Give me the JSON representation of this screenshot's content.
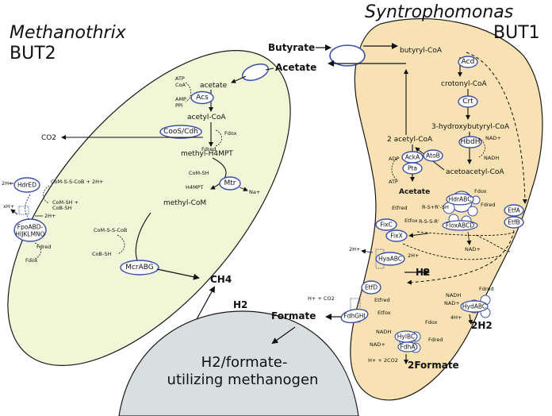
{
  "organisms": {
    "left_title": "Methanothrix",
    "left_subtitle": "BUT2",
    "right_title": "Syntrophomonas",
    "right_subtitle": "BUT1",
    "bottom_line1": "H2/formate-",
    "bottom_line2": "utilizing methanogen"
  },
  "colors": {
    "methanothrix_fill": "#f1f6d6",
    "methanothrix_stroke": "#1a1a1a",
    "syntrophomonas_fill": "#f8e2b4",
    "methanogen_fill": "#d9dfe0",
    "enzyme_stroke": "#3b4fa6",
    "enzyme_fill": "#ffffff"
  },
  "external": {
    "butyrate": "Butyrate",
    "acetate": "Acetate",
    "ch4": "CH4",
    "h2_top": "H2",
    "formate": "Formate",
    "h2_bottom": "H2"
  },
  "methanothrix": {
    "atp": "ATP",
    "coa": "CoA",
    "amp": "AMP",
    "ppi": "PPi",
    "acetate": "acetate",
    "acs": "Acs",
    "acetyl_coa": "acetyl-CoA",
    "coos_cdh": "CooS/Cdh",
    "co2": "CO2",
    "fd_ox": "Fdox",
    "fd_red": "Fdred",
    "methyl_h4mpt": "methyl-H4MPT",
    "com_sh": "CoM-SH",
    "h4mpt": "H4MPT",
    "mtr": "Mtr",
    "na": "Na+",
    "methyl_com": "methyl-CoM",
    "com_s_s_cob": "CoM-S-S-CoB",
    "cob_sh": "CoB-SH",
    "mcrabg": "McrABG",
    "hdred": "HdrED",
    "hdr_reaction_1": "CoM-S-S-CoB + 2H+",
    "hdr_reaction_2": "CoM-SH +",
    "hdr_reaction_3": "CoB-SH",
    "two_h_top": "2H+",
    "two_h_mid": "2H+",
    "xh": "xH+",
    "fpo": "FpoABD-",
    "fpo2": "HIJKLMNO",
    "fd_red_fpo": "Fdred",
    "fd_ox_fpo": "Fdox"
  },
  "syntrophomonas": {
    "butyryl_coa": "butyryl-CoA",
    "acd": "Acd",
    "crotonyl_coa": "crotonyl-CoA",
    "crt": "Crt",
    "hydroxybutyryl": "3-hydroxybutyryl-CoA",
    "hbdh": "HbdH",
    "nad_plus": "NAD+",
    "nadh": "NADH",
    "acetoacetyl": "acetoacetyl-CoA",
    "two_acetyl": "2 acetyl-CoA",
    "adp": "ADP",
    "atp": "ATP",
    "acka": "AckA",
    "pta": "Pta",
    "atob": "AtoB",
    "acetate": "Acetate",
    "etfa": "EtfA",
    "etfb": "EtfB",
    "hdrabc": "HdrABC",
    "floxabcd": "FloxABCD",
    "fd_ox": "Fdox",
    "fd_red": "Fdred",
    "rs_sr": "R-S+R'-SH",
    "r_s_s_r": "R-S-S-R'",
    "nad_flox": "NAD+",
    "fixc": "FixC",
    "fixx": "FixX",
    "etf_red": "Etfred",
    "etf_ox": "Etfox",
    "hyaabc": "HyaABC",
    "two_h_hya": "2H+",
    "two_h_out": "2H+",
    "h2": "H2",
    "etfd": "EtfD",
    "hydabc": "HydABC",
    "nadh_hyd": "NADH",
    "nad_hyd": "NAD+",
    "fd_red_hyd": "Fdred",
    "four_h": "4H+",
    "two_h2": "2H2",
    "fdhghi": "FdhGHI",
    "h_co2": "H+ + CO2",
    "etf_red_fdh": "Etfred",
    "etf_ox_fdh": "Etfox",
    "hylbc": "HylBC",
    "fdha": "FdhA",
    "nadh_hyl": "NADH",
    "nad_hyl": "NAD+",
    "fd_ox_hyl": "Fdox",
    "fd_red_hyl": "Fdred",
    "h_2co2": "H+ + 2CO2",
    "two_formate": "2Formate"
  }
}
